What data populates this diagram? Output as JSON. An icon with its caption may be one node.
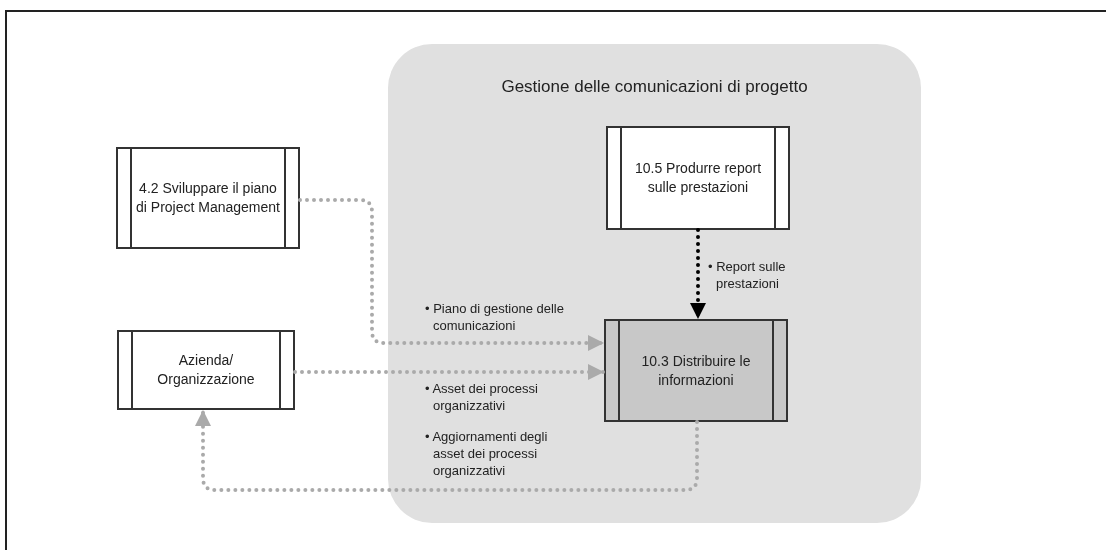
{
  "diagram": {
    "nodes": [
      {
        "text": [
          "Gestione delle comunicazioni di progetto"
        ]
      },
      {
        "text": [
          "4.2 Sviluppare il piano di Project Management"
        ]
      },
      {
        "text": [
          "Azienda/ Organizzazione"
        ]
      },
      {
        "text": [
          "10.5 Produrre report sulle prestazioni"
        ],
        "in": 0
      },
      {
        "text": [
          "10.3 Distribuire le informazioni"
        ],
        "in": 0
      }
    ],
    "edges": [
      {
        "from": 1,
        "to": 4,
        "arrow": "to",
        "label": "• Piano di gestione delle comunicazioni"
      },
      {
        "from": 2,
        "to": 4,
        "arrow": "to",
        "label": "• Asset dei processi organizzativi"
      },
      {
        "from": 4,
        "to": 2,
        "arrow": "to",
        "label": "• Aggiornamenti degli asset dei processi organizzativi"
      },
      {
        "from": 3,
        "to": 4,
        "arrow": "to",
        "label": "• Report sulle prestazioni",
        "color": "#000000"
      }
    ]
  }
}
